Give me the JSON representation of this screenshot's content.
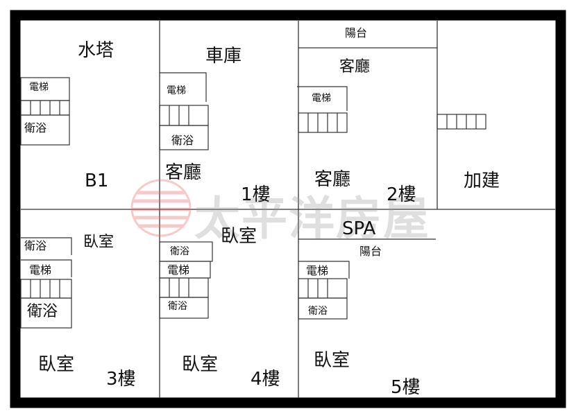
{
  "rooms": {
    "b1": {
      "floor": "B1",
      "water_tower": "水塔",
      "elevator": "電梯",
      "bathroom": "衛浴"
    },
    "f1": {
      "floor": "1樓",
      "garage": "車庫",
      "elevator": "電梯",
      "bathroom": "衛浴",
      "living_room": "客廳"
    },
    "f2": {
      "floor": "2樓",
      "balcony": "陽台",
      "living_room_top": "客廳",
      "elevator": "電梯",
      "living_room": "客廳"
    },
    "ext": {
      "label": "加建"
    },
    "f3": {
      "floor": "3樓",
      "bedroom_top": "臥室",
      "bathroom_top": "衛浴",
      "elevator": "電梯",
      "bathroom_bottom": "衛浴",
      "bedroom": "臥室"
    },
    "f4": {
      "floor": "4樓",
      "bedroom_top": "臥室",
      "bathroom_top": "衛浴",
      "elevator": "電梯",
      "bathroom_bottom": "衛浴",
      "bedroom": "臥室"
    },
    "f5": {
      "floor": "5樓",
      "spa": "SPA",
      "balcony": "陽台",
      "elevator": "電梯",
      "bathroom": "衛浴",
      "bedroom": "臥室"
    }
  },
  "watermark": {
    "text": "太平洋房屋"
  },
  "colors": {
    "wall": "#000000",
    "line": "#333333",
    "background": "#ffffff",
    "watermark_logo": "#e8686a"
  }
}
